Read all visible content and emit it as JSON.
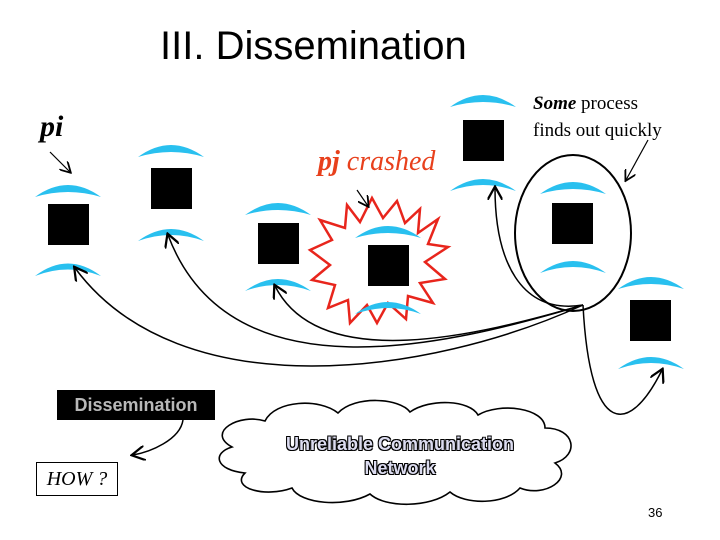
{
  "slide": {
    "title": "III. Dissemination",
    "page_number": "36"
  },
  "labels": {
    "pi": "pi",
    "pj": "pj",
    "crashed": "crashed",
    "some": "Some",
    "some_rest_1": "process",
    "some_rest_2": "finds out quickly",
    "dissemination": "Dissemination",
    "how": "HOW ?",
    "network_line1": "Unreliable Communication",
    "network_line2": "Network"
  },
  "colors": {
    "process_arc": "#29c0ef",
    "process_square": "#000000",
    "crash_outline": "#e8251c",
    "crashed_text": "#e8401c"
  }
}
